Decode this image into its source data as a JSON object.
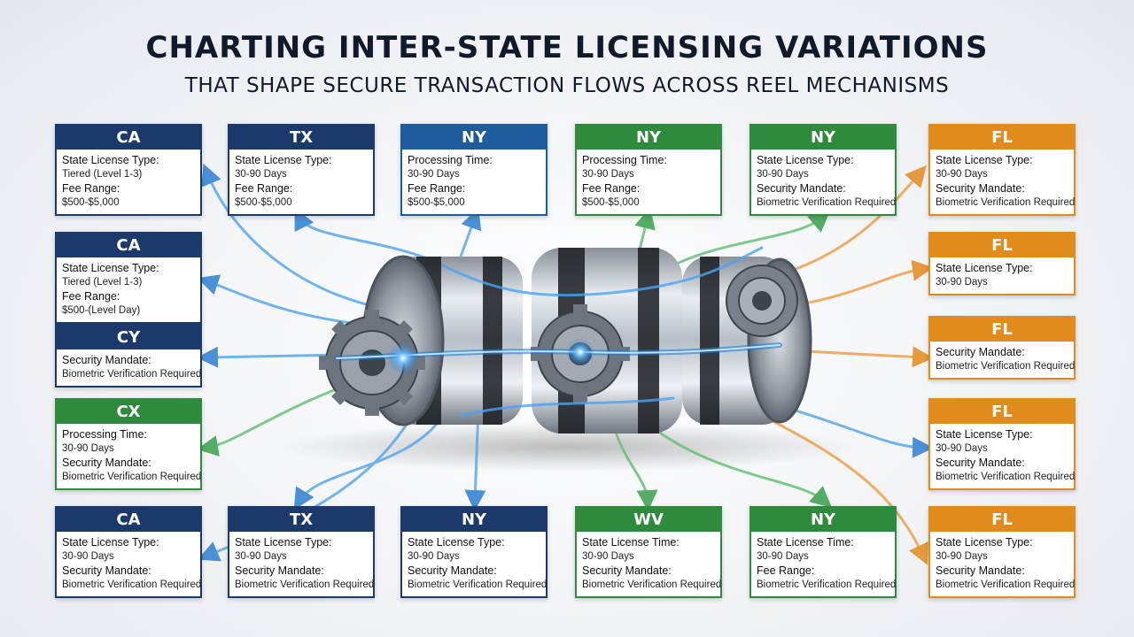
{
  "title": "CHARTING INTER-STATE LICENSING VARIATIONS",
  "subtitle": "THAT SHAPE SECURE TRANSACTION FLOWS ACROSS REEL MECHANISMS",
  "colors": {
    "navy": "#1b3a6b",
    "blue": "#1f5c9e",
    "green": "#2e8b3e",
    "orange": "#e18b1c"
  },
  "cards": [
    {
      "state": "CA",
      "color": "navy",
      "lines": [
        "State License Type:",
        "Tiered (Level 1-3)",
        "Fee Range:",
        "$500-$5,000"
      ]
    },
    {
      "state": "TX",
      "color": "navy",
      "lines": [
        "State License Type:",
        "30-90 Days",
        "Fee Range:",
        "$500-$5,000"
      ]
    },
    {
      "state": "NY",
      "color": "blue",
      "lines": [
        "Processing Time:",
        "30-90 Days",
        "Fee Range:",
        "$500-$5,000"
      ]
    },
    {
      "state": "NY",
      "color": "green",
      "lines": [
        "Processing Time:",
        "30-90 Days",
        "Fee Range:",
        "$500-$5,000"
      ]
    },
    {
      "state": "NY",
      "color": "green",
      "lines": [
        "State License Type:",
        "30-90 Days",
        "Security Mandate:",
        "Biometric Verification Required"
      ]
    },
    {
      "state": "FL",
      "color": "orange",
      "lines": [
        "State License Type:",
        "30-90 Days",
        "Security Mandate:",
        "Biometric Verification Required"
      ]
    },
    {
      "state": "CA",
      "color": "navy",
      "lines": [
        "State License Type:",
        "Tiered (Level 1-3)",
        "Fee Range:",
        "$500-(Level Day)"
      ]
    },
    {
      "state": "CY",
      "color": "navy",
      "lines": [
        "Security Mandate:",
        "Biometric Verification Required"
      ]
    },
    {
      "state": "CX",
      "color": "green",
      "lines": [
        "Processing Time:",
        "30-90 Days",
        "Security Mandate:",
        "Biometric Verification Required"
      ]
    },
    {
      "state": "CA",
      "color": "navy",
      "lines": [
        "State License Type:",
        "30-90 Days",
        "Security Mandate:",
        "Biometric Verification Required"
      ]
    },
    {
      "state": "TX",
      "color": "navy",
      "lines": [
        "State License Type:",
        "30-90 Days",
        "Security Mandate:",
        "Biometric Verification Required"
      ]
    },
    {
      "state": "NY",
      "color": "navy",
      "lines": [
        "State License Type:",
        "30-90 Days",
        "Security Mandate:",
        "Biometric Verification Required"
      ]
    },
    {
      "state": "WV",
      "color": "green",
      "lines": [
        "State License Time:",
        "30-90 Days",
        "Security Mandate:",
        "Biometric Verification Required"
      ]
    },
    {
      "state": "NY",
      "color": "green",
      "lines": [
        "State License Time:",
        "30-90 Days",
        "Fee Range:",
        "Biometric Verification Required"
      ]
    },
    {
      "state": "FL",
      "color": "orange",
      "lines": [
        "State License Type:",
        "30-90 Days",
        "Security Mandate:",
        "Biometric Verification Required"
      ]
    },
    {
      "state": "FL",
      "color": "orange",
      "lines": [
        "State License Type:",
        "30-90 Days"
      ]
    },
    {
      "state": "FL",
      "color": "orange",
      "lines": [
        "Security Mandate:",
        "Biometric Verification Required"
      ]
    },
    {
      "state": "FL",
      "color": "orange",
      "lines": [
        "State License Type:",
        "30-90 Days",
        "Security Mandate:",
        "Biometric Verification Required"
      ]
    }
  ]
}
